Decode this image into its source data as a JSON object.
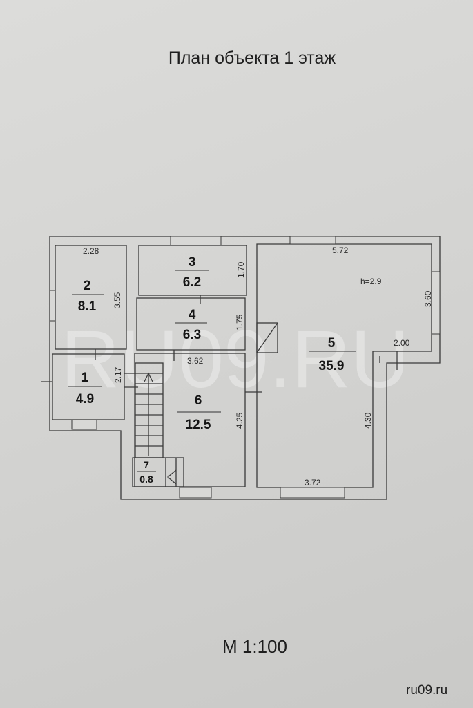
{
  "title": "План объекта 1 этаж",
  "scale": "М 1:100",
  "site": "ru09.ru",
  "watermark": "RU09.RU",
  "ceiling_height": "h=2.9",
  "rooms": [
    {
      "number": "1",
      "area": "4.9"
    },
    {
      "number": "2",
      "area": "8.1"
    },
    {
      "number": "3",
      "area": "6.2"
    },
    {
      "number": "4",
      "area": "6.3"
    },
    {
      "number": "5",
      "area": "35.9"
    },
    {
      "number": "6",
      "area": "12.5"
    },
    {
      "number": "7",
      "area": "0.8"
    }
  ],
  "dimensions": {
    "room2_width": "2.28",
    "room2_height": "3.55",
    "room1_height": "2.17",
    "room3_height": "1.70",
    "room4_height": "1.75",
    "room6_width": "3.62",
    "room6_height": "4.25",
    "room5_top": "5.72",
    "room5_right": "3.60",
    "room5_step": "2.00",
    "room5_lower": "4.30",
    "room5_bottom": "3.72"
  }
}
